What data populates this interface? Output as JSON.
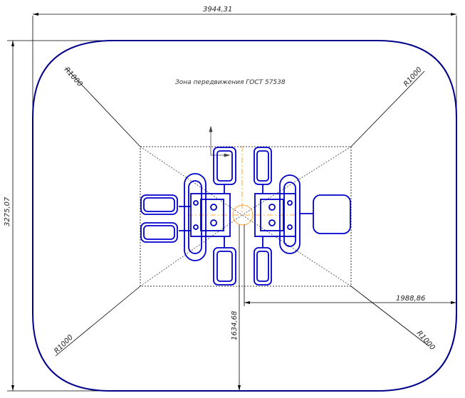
{
  "zone_label": "Зона передвижения ГОСТ 57538",
  "dimensions": {
    "width": "3944,31",
    "height": "3275,07",
    "offset_x": "1988,86",
    "offset_y": "1634,68"
  },
  "radius_labels": {
    "top_left": "R1000",
    "top_right": "R1000",
    "bottom_left": "R1000",
    "bottom_right": "R1000"
  },
  "colors": {
    "equipment": "#0000cc",
    "zone_outline": "#00008b",
    "dimension_lines": "#000000",
    "center_axis": "#ff8c00"
  }
}
